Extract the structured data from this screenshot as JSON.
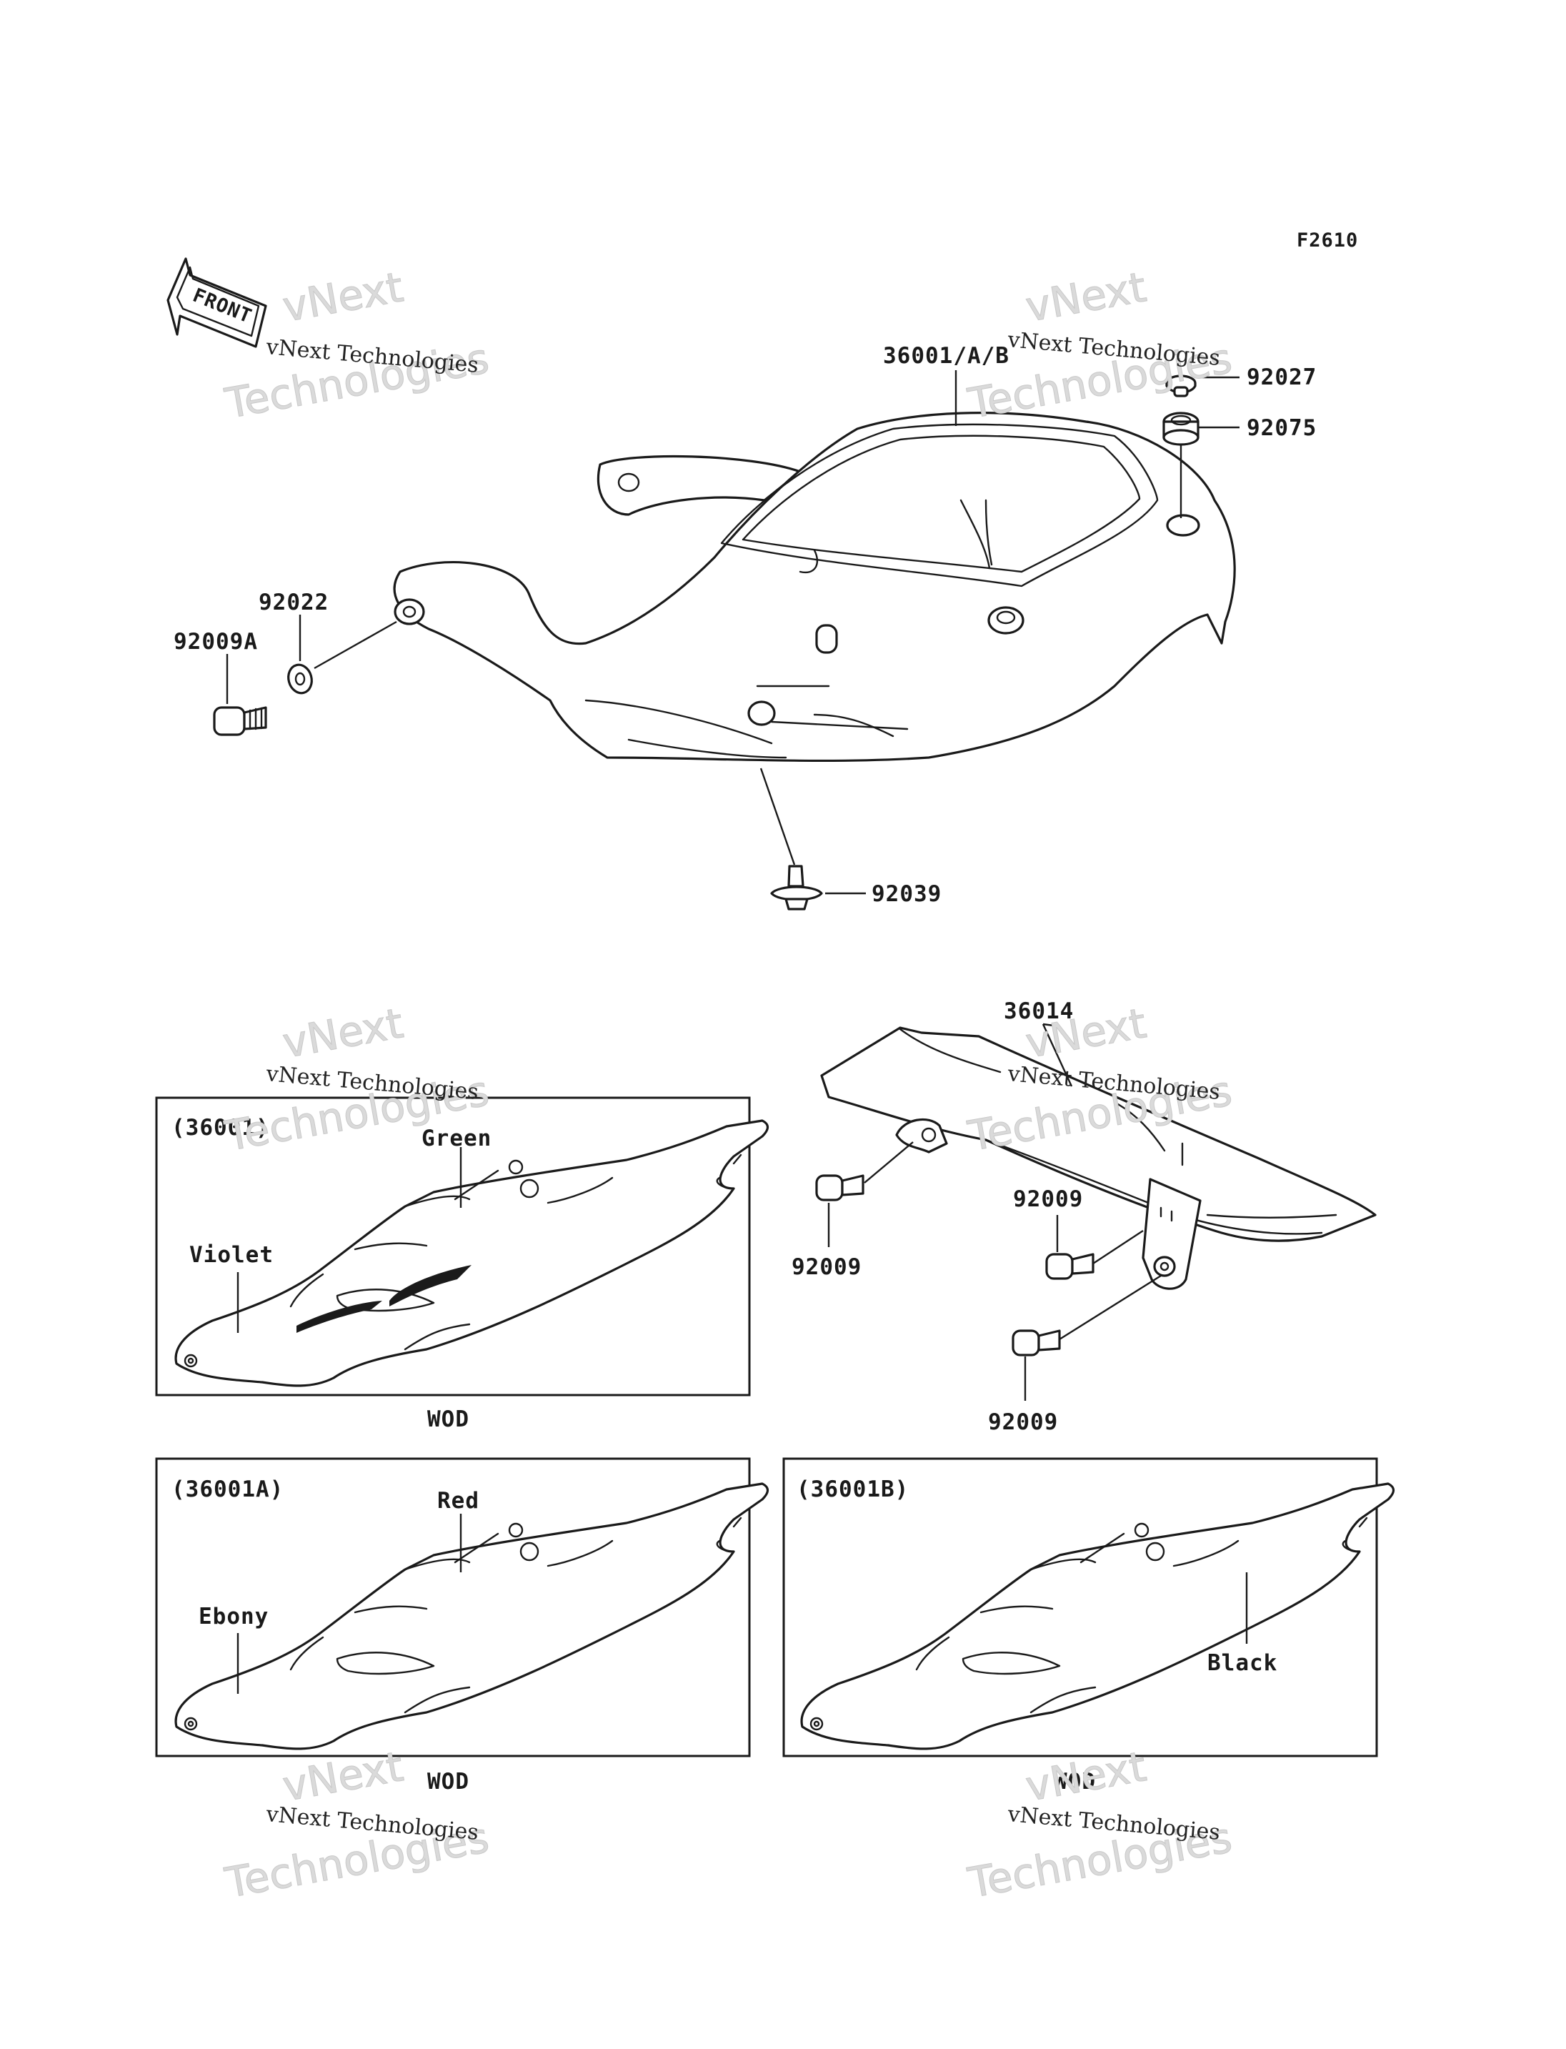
{
  "figure_id": "F2610",
  "front_arrow_label": "FRONT",
  "watermark": {
    "line1": "vNext Technologies",
    "line2": "Technologies",
    "line3": "vNext"
  },
  "parts": {
    "cover": "36001/A/B",
    "cap_top": "92027",
    "spacer": "92075",
    "washer": "92022",
    "bolt_left": "92009A",
    "bottom_clip": "92039",
    "chain_cover": "36014",
    "bolt_a": "92009",
    "bolt_b": "92009",
    "bolt_c": "92009"
  },
  "panels": [
    {
      "code": "(36001)",
      "upper_color": "Green",
      "lower_color": "Violet",
      "note": "WOD"
    },
    {
      "code": "(36001A)",
      "upper_color": "Red",
      "lower_color": "Ebony",
      "note": "WOD"
    },
    {
      "code": "(36001B)",
      "color": "Black",
      "note": "WOD"
    }
  ]
}
